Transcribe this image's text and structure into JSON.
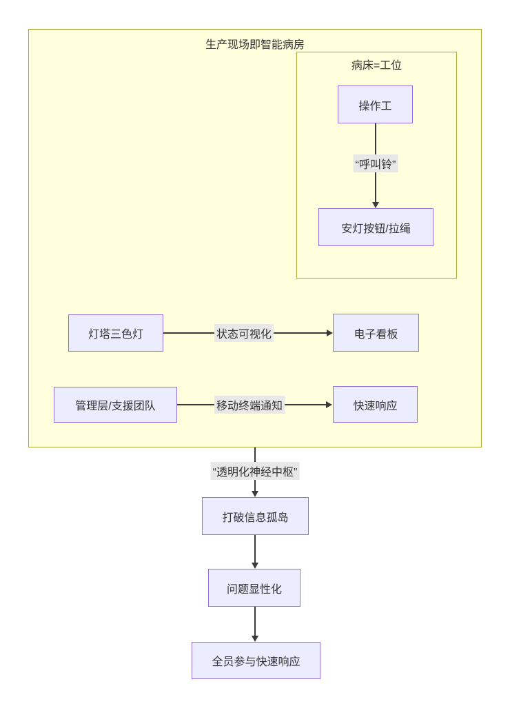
{
  "diagram": {
    "outer_cluster": {
      "title": "生产现场即智能病房"
    },
    "inner_cluster": {
      "title": "病床=工位"
    },
    "nodes": {
      "operator": "操作工",
      "andon": "安灯按钮/拉绳",
      "tower_light": "灯塔三色灯",
      "eboard": "电子看板",
      "management": "管理层/支援团队",
      "quick_response": "快速响应",
      "break_silos": "打破信息孤岛",
      "problem_visible": "问题显性化",
      "all_participate": "全员参与快速响应"
    },
    "edge_labels": {
      "call_bell": "“呼叫铃”",
      "status_visual": "状态可视化",
      "mobile_notify": "移动终端通知",
      "nerve_center": "“透明化神经中枢”"
    },
    "colors": {
      "cluster_fill": "#ffffde",
      "cluster_border": "#aaaa33",
      "node_fill": "#ececff",
      "node_border": "#9370db",
      "edge_label_bg": "#e8e8e8",
      "edge_stroke": "#3a3a3a",
      "text": "#333333"
    }
  }
}
